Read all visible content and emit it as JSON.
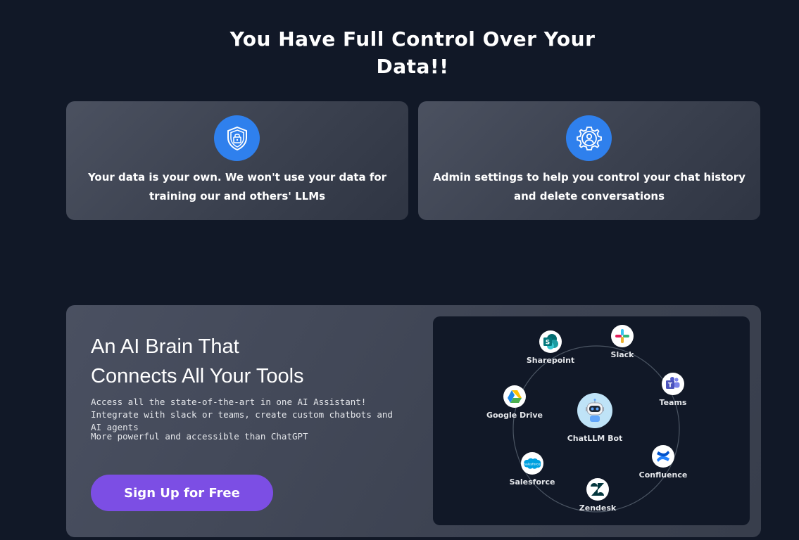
{
  "headline": {
    "line1": "You Have Full Control Over Your",
    "line2": "Data!!"
  },
  "cards": [
    {
      "icon": "shield-lock-icon",
      "text": "Your data is your own. We won't use your data for training our and others' LLMs"
    },
    {
      "icon": "user-gear-icon",
      "text": "Admin settings to help you control your chat history and delete conversations"
    }
  ],
  "panel": {
    "title_line1": "An AI Brain That",
    "title_line2": "Connects All Your Tools",
    "description": "Access all the state-of-the-art in one AI Assistant! Integrate with slack or teams, create custom chatbots and AI agents",
    "subtext": "More powerful and accessible than ChatGPT",
    "cta_label": "Sign Up for Free"
  },
  "integrations": {
    "center": "ChatLLM Bot",
    "nodes": {
      "sharepoint": "Sharepoint",
      "slack": "Slack",
      "teams": "Teams",
      "google_drive": "Google Drive",
      "confluence": "Confluence",
      "salesforce": "Salesforce",
      "zendesk": "Zendesk"
    }
  },
  "colors": {
    "background": "#111827",
    "accent_blue": "#2f80ed",
    "cta_purple": "#7c4ee4"
  }
}
